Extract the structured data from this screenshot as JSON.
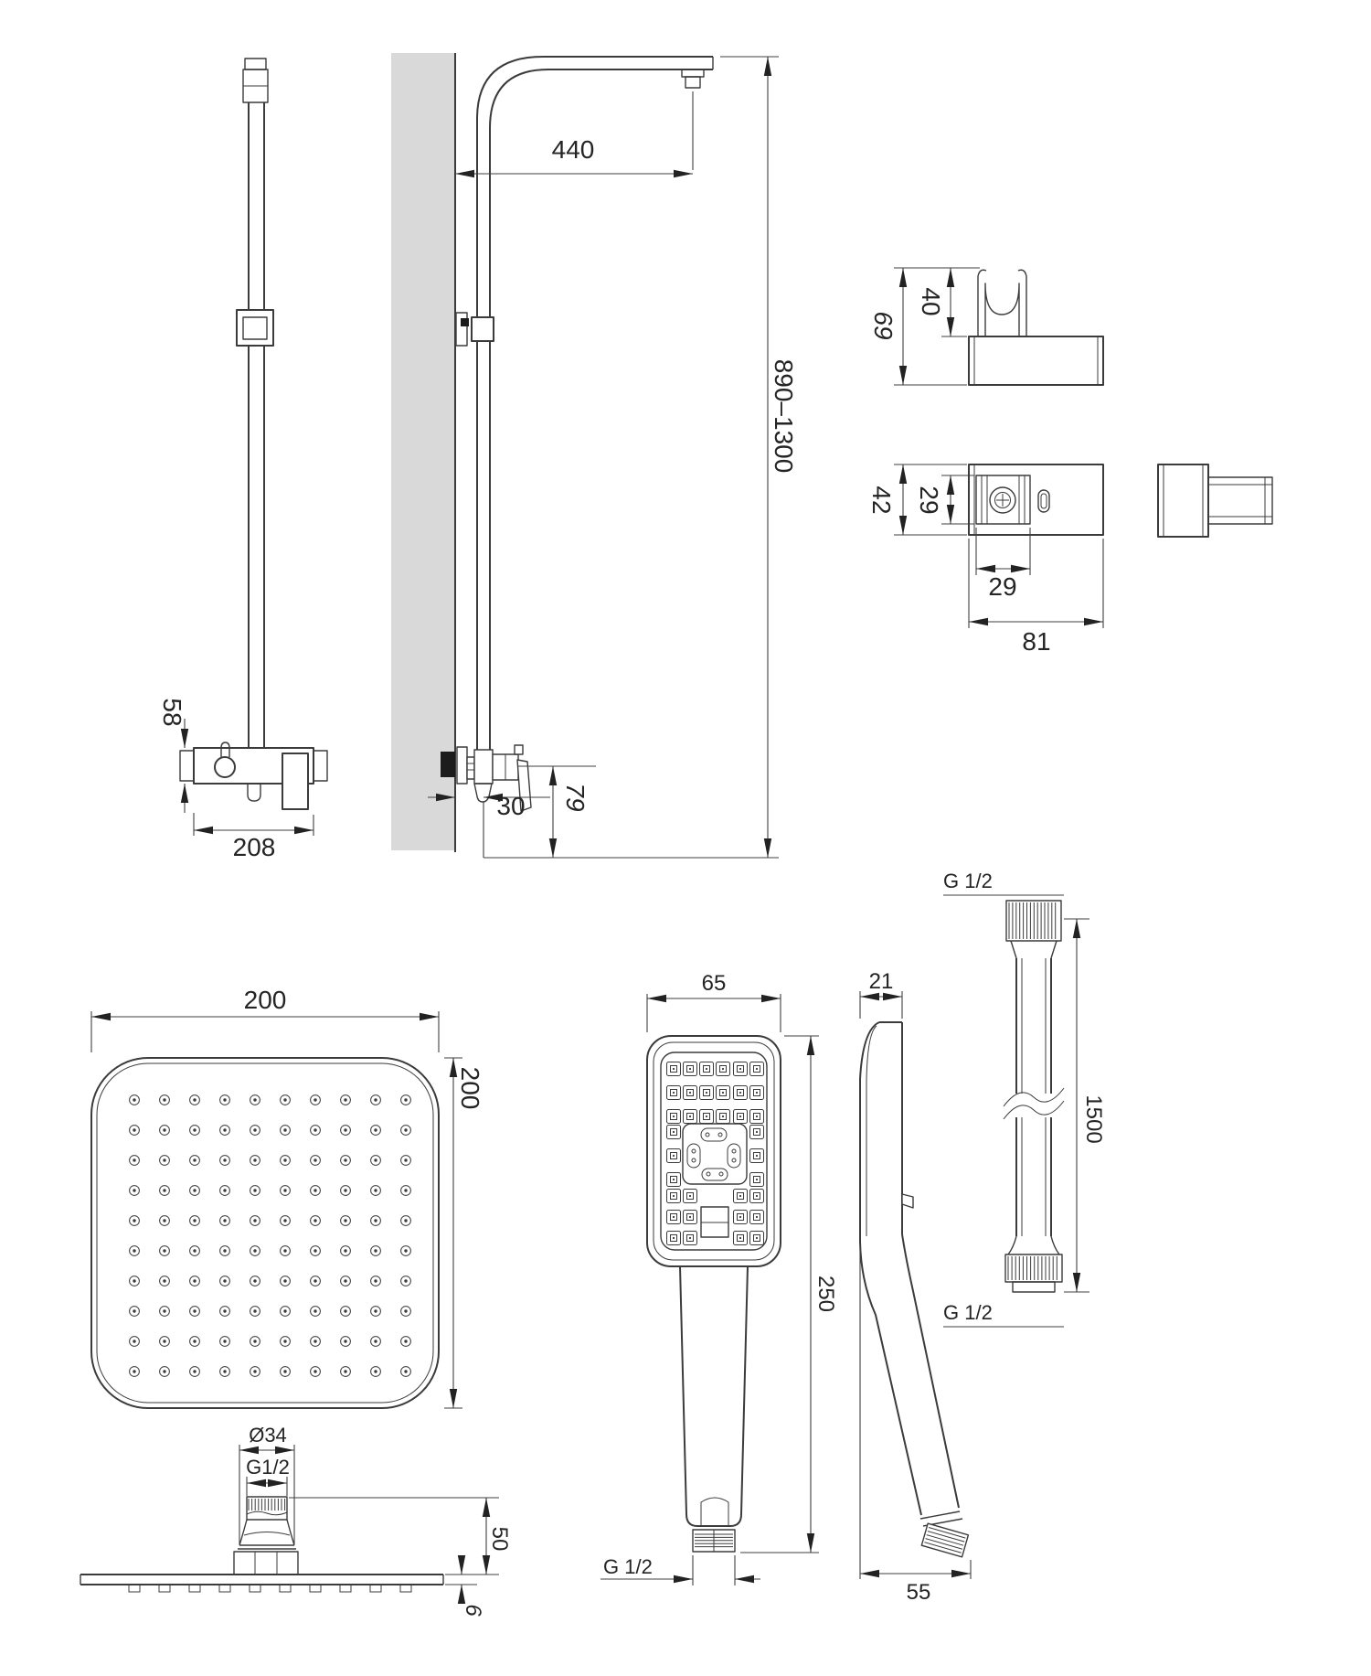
{
  "colors": {
    "line": "#3b3b3b",
    "wall": "#d9d9d9",
    "text": "#242424",
    "arrow": "#222222"
  },
  "labels": {
    "d440": "440",
    "range": "890–1300",
    "d58": "58",
    "d208": "208",
    "d79": "79",
    "d30": "30",
    "d69": "69",
    "d40": "40",
    "d42": "42",
    "d29v": "29",
    "d29h": "29",
    "d81": "81",
    "head_w": "200",
    "head_h": "200",
    "dia34": "Ø34",
    "g12_head": "G1/2",
    "d50": "50",
    "d6": "6",
    "d65": "65",
    "d250": "250",
    "g12_hand": "G 1/2",
    "d21": "21",
    "d55": "55",
    "g12_hose_top": "G 1/2",
    "d1500": "1500",
    "g12_hose_bottom": "G 1/2"
  },
  "head_plan": {
    "nozzle_rows": 10,
    "nozzle_cols": 10
  },
  "hand_front": {
    "top_rows": 3,
    "top_cols": 6,
    "side_rows": 3,
    "bottom_rows": 3,
    "bottom_cols": 4
  }
}
